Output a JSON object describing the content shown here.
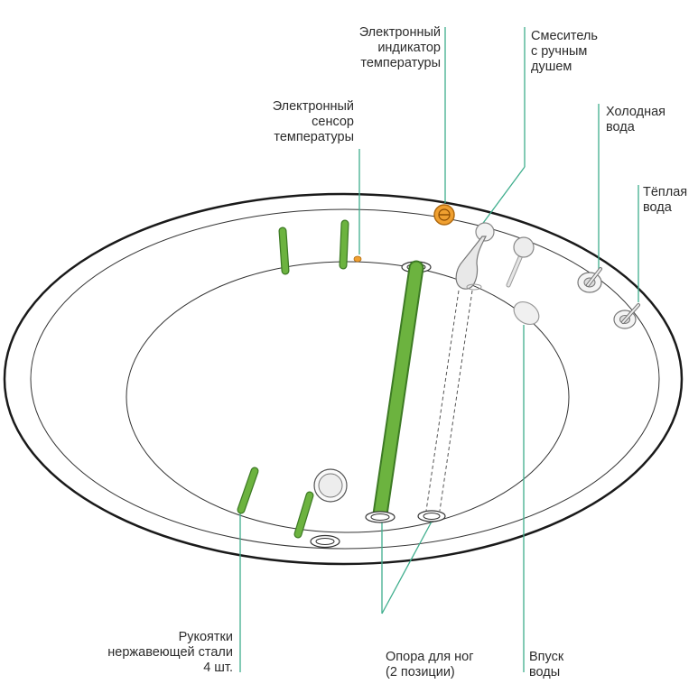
{
  "labels": {
    "temp_indicator": [
      "Электронный",
      "индикатор",
      "температуры"
    ],
    "temp_sensor": [
      "Электронный",
      "сенсор",
      "температуры"
    ],
    "mixer": [
      "Смеситель",
      "с ручным",
      "душем"
    ],
    "cold_water": [
      "Холодная",
      "вода"
    ],
    "warm_water": [
      "Тёплая",
      "вода"
    ],
    "handles": [
      "Рукоятки",
      "нержавеющей стали",
      "4 шт."
    ],
    "foot_rest": [
      "Опора для ног",
      "(2 позиции)"
    ],
    "water_inlet": [
      "Впуск",
      "воды"
    ]
  },
  "colors": {
    "leader": "#3fae8d",
    "handle_green": "#6cb33f",
    "handle_dark": "#3d7a24",
    "sensor_orange": "#f0a030",
    "outline": "#1a1a1a",
    "tub_line": "#333333"
  }
}
